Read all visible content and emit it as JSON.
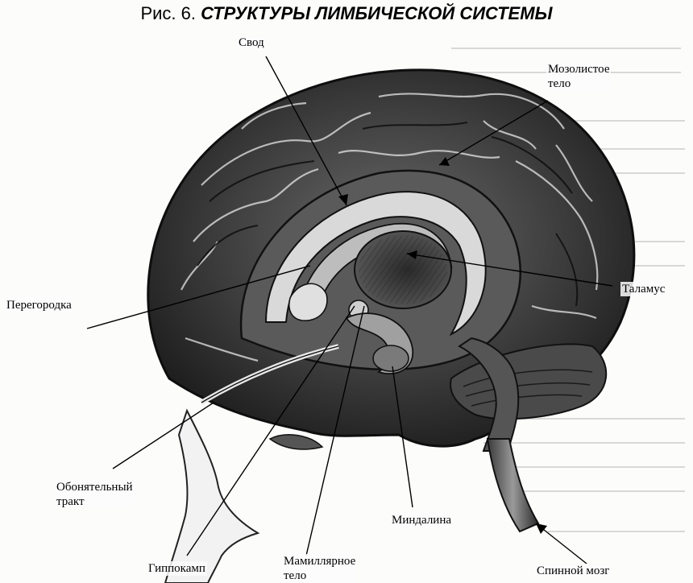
{
  "title": {
    "prefix": "Рис. 6.",
    "main": "СТРУКТУРЫ ЛИМБИЧЕСКОЙ СИСТЕМЫ"
  },
  "labels": {
    "svod": "Свод",
    "corpus_line1": "Мозолистое",
    "corpus_line2": "тело",
    "thalamus": "Таламус",
    "septum": "Перегородка",
    "olfactory_line1": "Обонятельный",
    "olfactory_line2": "тракт",
    "amygdala": "Миндалина",
    "hippocampus": "Гиппокамп",
    "mamillary_line1": "Мамиллярное",
    "mamillary_line2": "тело",
    "spinal": "Спинной мозг"
  }
}
